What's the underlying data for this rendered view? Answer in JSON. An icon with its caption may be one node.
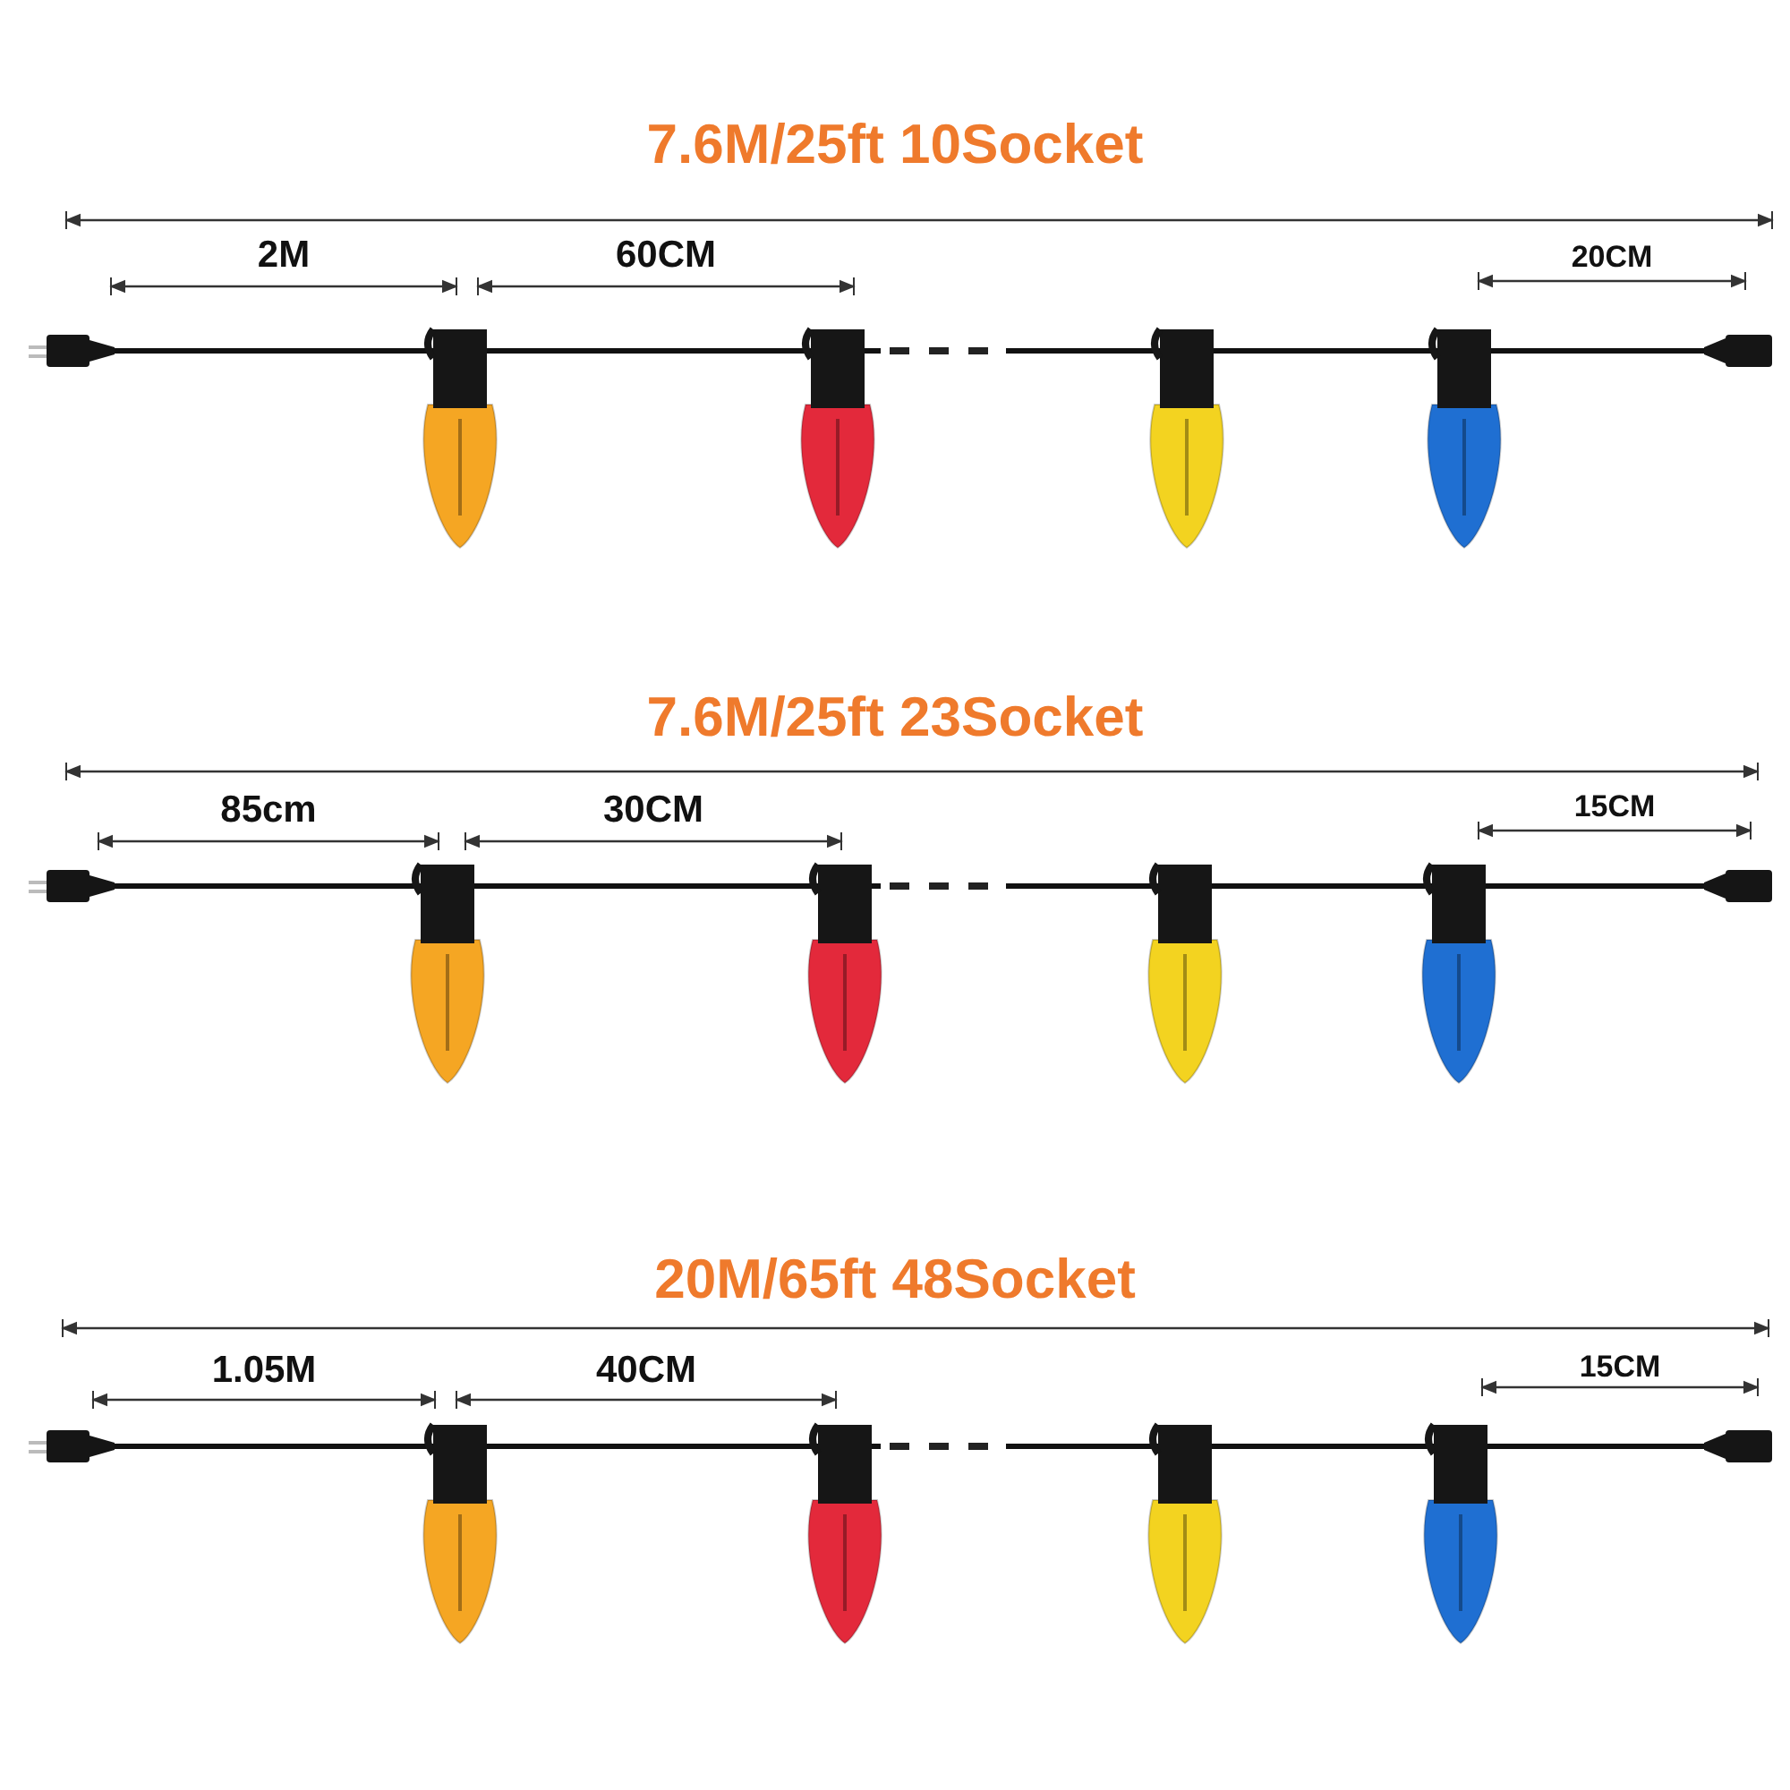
{
  "diagram": {
    "labels": [
      "7.6M/25ft 10Socket",
      "2M",
      "60CM",
      "20CM",
      "7.6M/25ft 23Socket",
      "85cm",
      "30CM",
      "15CM",
      "20M/65ft 48Socket",
      "1.05M",
      "40CM",
      "15CM"
    ]
  }
}
